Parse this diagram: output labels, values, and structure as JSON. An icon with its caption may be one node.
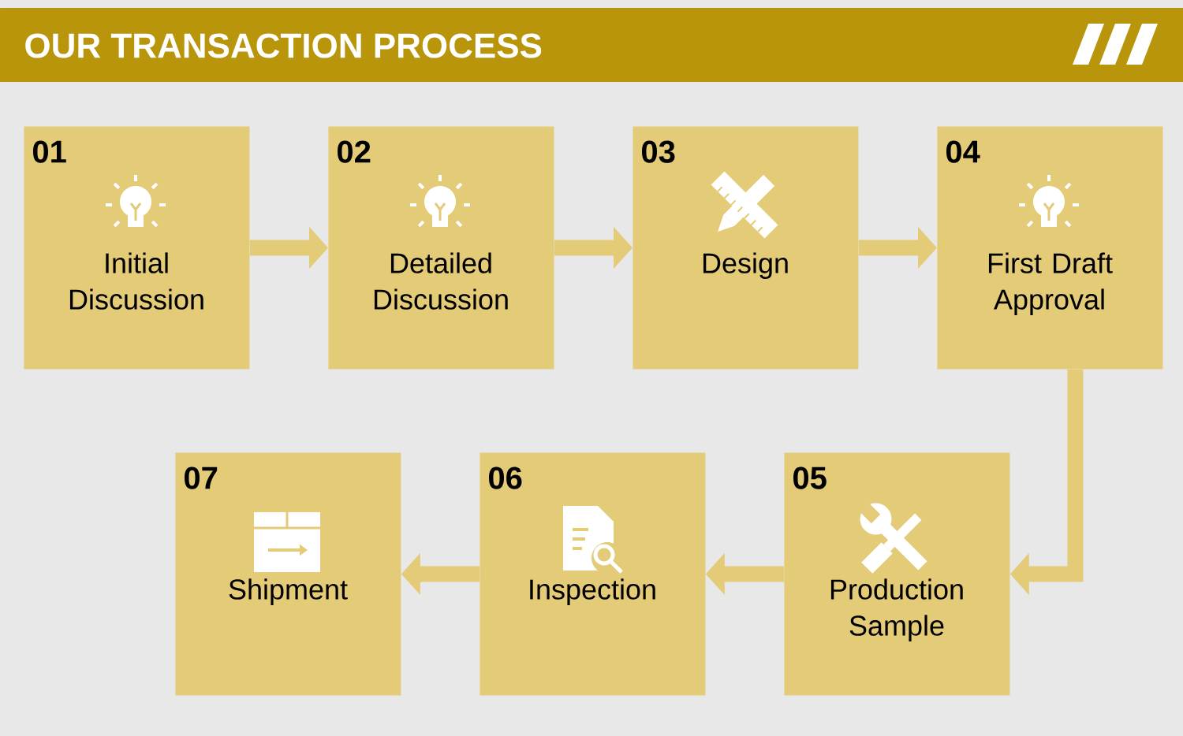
{
  "diagram": {
    "title": "OUR TRANSACTION PROCESS",
    "nodes": [
      {
        "text": [
          "01",
          "Initial Discussion"
        ]
      },
      {
        "text": [
          "02",
          "Detailed Discussion"
        ]
      },
      {
        "text": [
          "03",
          "Design"
        ]
      },
      {
        "text": [
          "04",
          "First Draft Approval"
        ]
      },
      {
        "text": [
          "05",
          "Production Sample"
        ]
      },
      {
        "text": [
          "06",
          "Inspection"
        ]
      },
      {
        "text": [
          "07",
          "Shipment"
        ]
      }
    ],
    "edges": [
      {
        "from": 0,
        "to": 1,
        "arrow": "to"
      },
      {
        "from": 1,
        "to": 2,
        "arrow": "to"
      },
      {
        "from": 2,
        "to": 3,
        "arrow": "to"
      },
      {
        "from": 3,
        "to": 4,
        "arrow": "to"
      },
      {
        "from": 4,
        "to": 5,
        "arrow": "to"
      },
      {
        "from": 5,
        "to": 6,
        "arrow": "to"
      }
    ]
  }
}
